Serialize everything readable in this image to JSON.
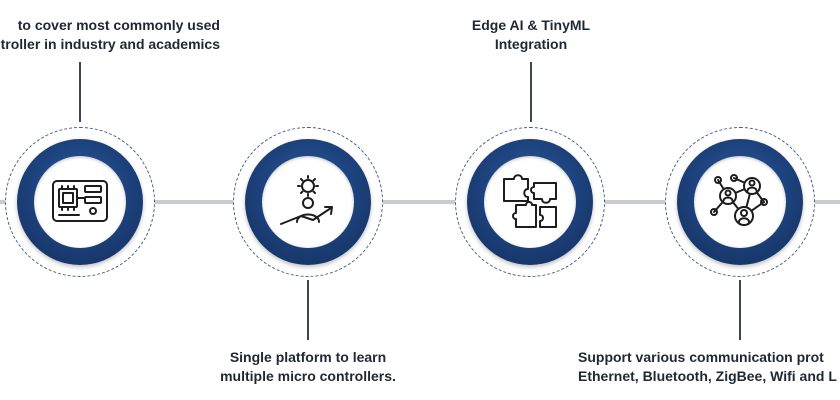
{
  "steps": [
    {
      "id": "microcontroller",
      "icon": "circuit-board-icon",
      "lines": [
        "to cover most commonly used",
        "ntroller in industry and academics"
      ]
    },
    {
      "id": "single-platform",
      "icon": "person-growth-icon",
      "lines": [
        "Single platform to learn",
        "multiple micro controllers."
      ]
    },
    {
      "id": "edge-ai",
      "icon": "puzzle-pieces-icon",
      "lines": [
        "Edge AI & TinyML",
        "Integration"
      ]
    },
    {
      "id": "communication",
      "icon": "network-people-icon",
      "lines": [
        "Support various communication prot",
        "Ethernet, Bluetooth, ZigBee, Wifi and L"
      ]
    }
  ],
  "colors": {
    "ring": "#1b3f78",
    "timeline": "#c8ccd2",
    "stem": "#3e4650",
    "text": "#1f2833"
  }
}
